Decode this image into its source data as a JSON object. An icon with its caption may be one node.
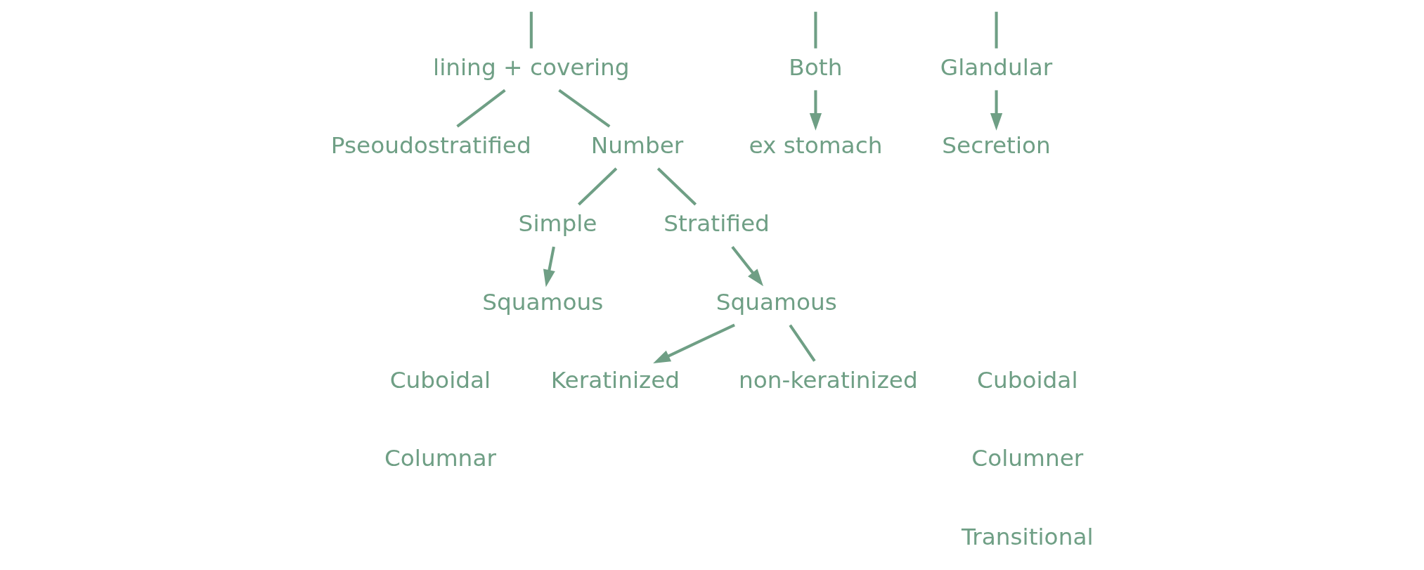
{
  "diagram": {
    "nodes": [
      {
        "text": [
          "lining + covering"
        ]
      },
      {
        "text": [
          "Both"
        ]
      },
      {
        "text": [
          "ex stomach"
        ]
      },
      {
        "text": [
          "Glandular"
        ]
      },
      {
        "text": [
          "Secretion"
        ]
      },
      {
        "text": [
          "Pseoudostratified"
        ]
      },
      {
        "text": [
          "Number"
        ]
      },
      {
        "text": [
          "Simple"
        ]
      },
      {
        "text": [
          "Squamous"
        ]
      },
      {
        "text": [
          "Stratified"
        ]
      },
      {
        "text": [
          "Squamous"
        ]
      },
      {
        "text": [
          "Keratinized"
        ]
      },
      {
        "text": [
          "non-keratinized"
        ]
      }
    ],
    "edges": [
      {
        "from": null,
        "to": 0,
        "arrow": "none"
      },
      {
        "from": null,
        "to": 1,
        "arrow": "none"
      },
      {
        "from": null,
        "to": 3,
        "arrow": "none"
      },
      {
        "from": 1,
        "to": 2,
        "arrow": "to"
      },
      {
        "from": 3,
        "to": 4,
        "arrow": "to"
      },
      {
        "from": 0,
        "to": 5,
        "arrow": "none"
      },
      {
        "from": 0,
        "to": 6,
        "arrow": "none"
      },
      {
        "from": 6,
        "to": 7,
        "arrow": "none"
      },
      {
        "from": 6,
        "to": 9,
        "arrow": "none"
      },
      {
        "from": 7,
        "to": 8,
        "arrow": "to"
      },
      {
        "from": 9,
        "to": 10,
        "arrow": "to"
      },
      {
        "from": 10,
        "to": 11,
        "arrow": "to"
      },
      {
        "from": 10,
        "to": 12,
        "arrow": "none"
      }
    ],
    "labels": [
      "Cuboidal",
      "Columnar",
      "Cuboidal",
      "Columner",
      "Transitional"
    ]
  }
}
